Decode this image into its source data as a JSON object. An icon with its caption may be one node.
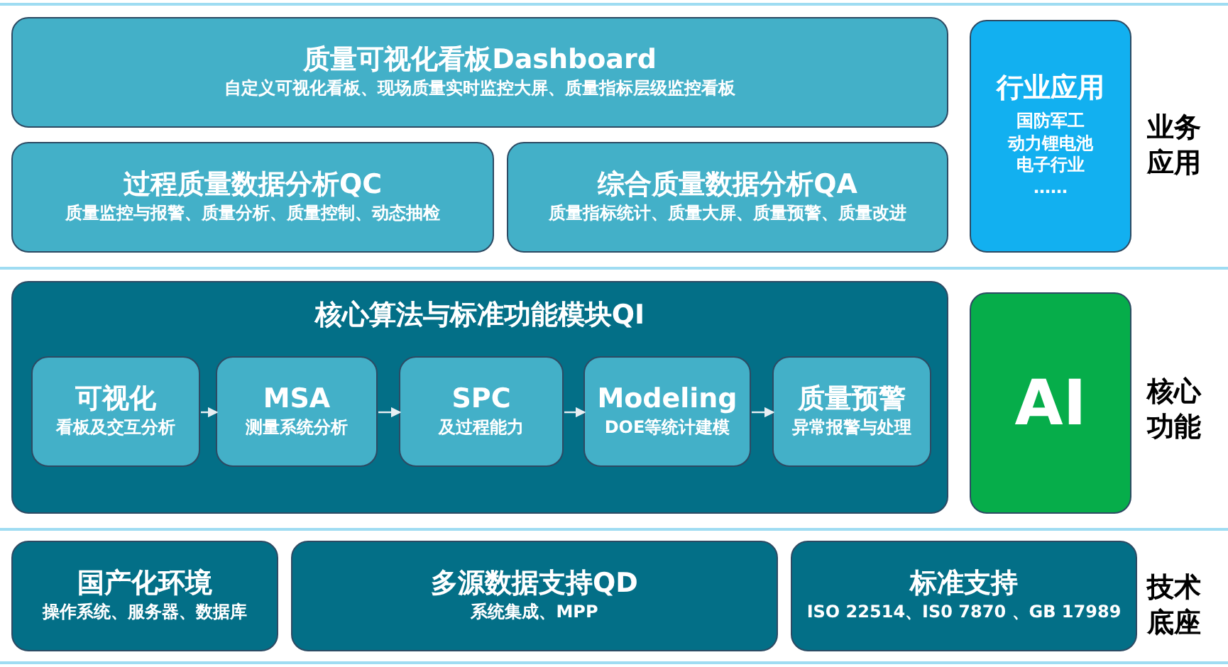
{
  "diagram": {
    "nodes": [
      {
        "text": [
          "质量可视化看板Dashboard",
          "自定义可视化看板、现场质量实时监控大屏、质量指标层级监控看板"
        ]
      },
      {
        "text": [
          "过程质量数据分析QC",
          "质量监控与报警、质量分析、质量控制、动态抽检"
        ]
      },
      {
        "text": [
          "综合质量数据分析QA",
          "质量指标统计、质量大屏、质量预警、质量改进"
        ]
      },
      {
        "text": [
          "行业应用",
          "国防军工",
          "动力锂电池",
          "电子行业",
          "……"
        ]
      },
      {
        "text": [
          "核心算法与标准功能模块QI"
        ]
      },
      {
        "text": [
          "可视化",
          "看板及交互分析"
        ],
        "in": 4
      },
      {
        "text": [
          "MSA",
          "测量系统分析"
        ],
        "in": 4
      },
      {
        "text": [
          "SPC",
          "及过程能力"
        ],
        "in": 4
      },
      {
        "text": [
          "Modeling",
          "DOE等统计建模"
        ],
        "in": 4
      },
      {
        "text": [
          "质量预警",
          "异常报警与处理"
        ],
        "in": 4
      },
      {
        "text": [
          "AI"
        ]
      },
      {
        "text": [
          "国产化环境",
          "操作系统、服务器、数据库"
        ]
      },
      {
        "text": [
          "多源数据支持QD",
          "系统集成、MPP"
        ]
      },
      {
        "text": [
          "标准支持",
          "ISO 22514、IS0 7870 、GB 17989"
        ]
      }
    ],
    "edges": [
      {
        "from": 5,
        "to": 6,
        "arrow": "to"
      },
      {
        "from": 6,
        "to": 7,
        "arrow": "to"
      },
      {
        "from": 7,
        "to": 8,
        "arrow": "to"
      },
      {
        "from": 8,
        "to": 9,
        "arrow": "to"
      }
    ],
    "labels": [
      "业务应用",
      "核心功能",
      "技术底座"
    ]
  }
}
